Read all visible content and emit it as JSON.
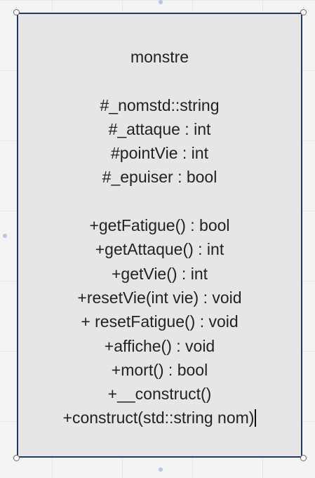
{
  "class_box": {
    "name": "monstre",
    "attributes": [
      "#_nomstd::string",
      "#_attaque : int",
      "#pointVie : int",
      "#_epuiser : bool"
    ],
    "methods": [
      "+getFatigue() : bool",
      "+getAttaque() : int",
      "+getVie() : int",
      "+resetVie(int vie) : void",
      "+ resetFatigue() : void",
      "+affiche() : void",
      "+mort() : bool",
      "+__construct()",
      "+construct(std::string nom)"
    ]
  },
  "colors": {
    "box_fill": "#e6e6e6",
    "box_border": "#1f3a68",
    "text": "#222222"
  }
}
